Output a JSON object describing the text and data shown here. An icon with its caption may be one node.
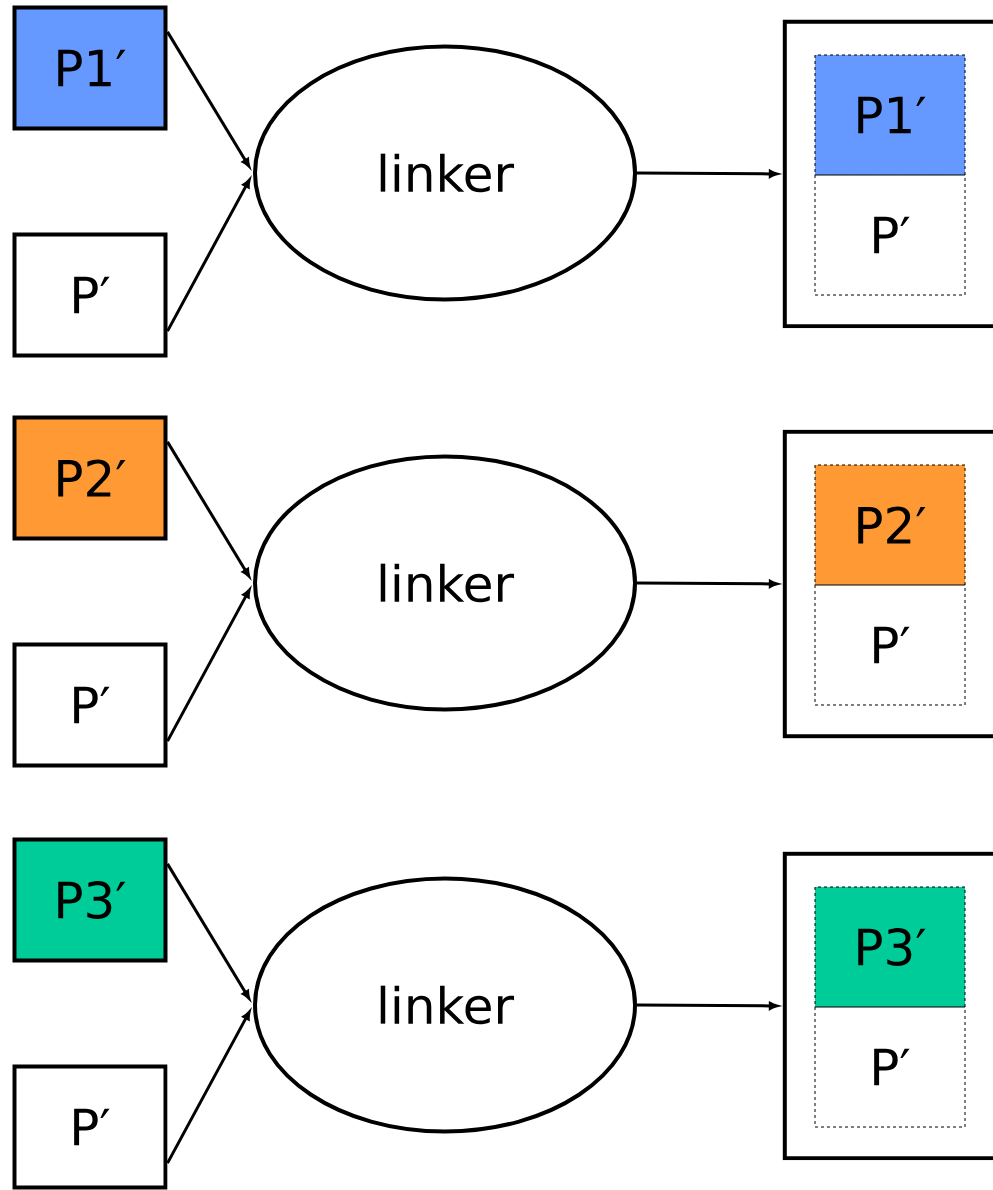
{
  "diagram": {
    "nodes": [
      {
        "text": [
          "P1′"
        ]
      },
      {
        "text": [
          "P′"
        ]
      },
      {
        "text": [
          "linker"
        ]
      },
      {
        "text": [],
        "shape": "box"
      },
      {
        "text": [
          "P1′"
        ],
        "in": 3
      },
      {
        "text": [
          "P′"
        ],
        "in": 3
      },
      {
        "text": [
          "P2′"
        ]
      },
      {
        "text": [
          "P′"
        ]
      },
      {
        "text": [
          "linker"
        ]
      },
      {
        "text": [],
        "shape": "box"
      },
      {
        "text": [
          "P2′"
        ],
        "in": 9
      },
      {
        "text": [
          "P′"
        ],
        "in": 9
      },
      {
        "text": [
          "P3′"
        ]
      },
      {
        "text": [
          "P′"
        ]
      },
      {
        "text": [
          "linker"
        ]
      },
      {
        "text": [],
        "shape": "box"
      },
      {
        "text": [
          "P3′"
        ],
        "in": 15
      },
      {
        "text": [
          "P′"
        ],
        "in": 15
      }
    ],
    "edges": [
      {
        "from": 0,
        "to": 2,
        "arrow": "to"
      },
      {
        "from": 1,
        "to": 2,
        "arrow": "to"
      },
      {
        "from": 2,
        "to": 3,
        "arrow": "to"
      },
      {
        "from": 6,
        "to": 8,
        "arrow": "to"
      },
      {
        "from": 7,
        "to": 8,
        "arrow": "to"
      },
      {
        "from": 8,
        "to": 9,
        "arrow": "to"
      },
      {
        "from": 12,
        "to": 14,
        "arrow": "to"
      },
      {
        "from": 13,
        "to": 14,
        "arrow": "to"
      },
      {
        "from": 14,
        "to": 15,
        "arrow": "to"
      }
    ]
  }
}
